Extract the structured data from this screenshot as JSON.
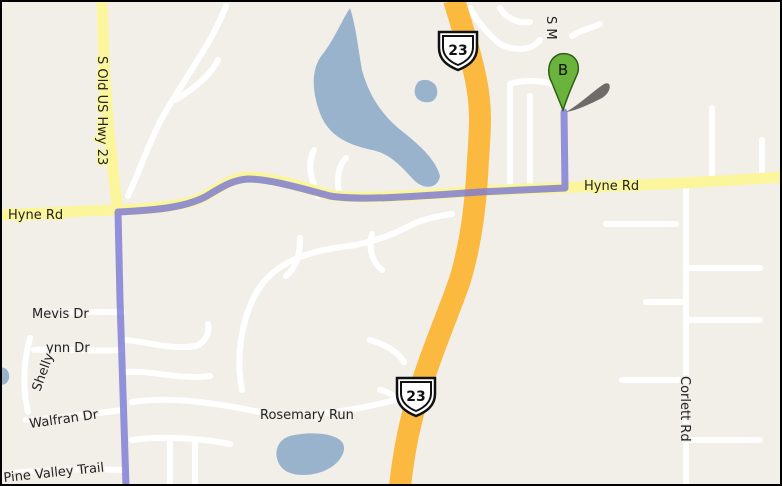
{
  "map": {
    "colors": {
      "land": "#f2efe9",
      "water": "#99b3cc",
      "highway": "#fcb940",
      "arterial": "#fbf69b",
      "local_road": "#ffffff",
      "route": "#7a78d6",
      "marker": "#6ab43e"
    },
    "roads": {
      "hyne_rd_west": "Hyne Rd",
      "hyne_rd_east": "Hyne Rd",
      "old_us_23": "S Old US Hwy 23",
      "s_m_rd": "S M",
      "mevis_dr": "Mevis Dr",
      "lynn_dr": "ynn Dr",
      "shelly": "Shelly",
      "walfran_dr": "Walfran Dr",
      "rosemary_run": "Rosemary Run",
      "pine_valley_trail": "Pine Valley Trail",
      "corlett_rd": "Corlett Rd"
    },
    "highway_shields": [
      "23",
      "23"
    ],
    "marker": {
      "label": "B"
    }
  }
}
